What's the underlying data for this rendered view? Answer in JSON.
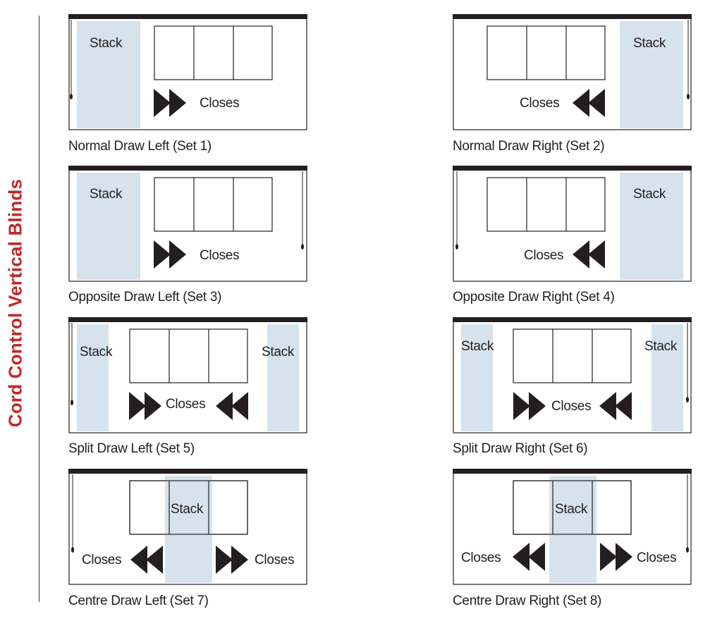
{
  "side_title": "Cord Control Vertical Blinds",
  "colors": {
    "title": "#c0272d",
    "stack_fill": "#d6e3ec",
    "line": "#231f20"
  },
  "diagrams": [
    {
      "caption": "Normal Draw Left (Set 1)",
      "stack_label": "Stack",
      "closes_label": "Closes"
    },
    {
      "caption": "Normal Draw Right (Set 2)",
      "stack_label": "Stack",
      "closes_label": "Closes"
    },
    {
      "caption": "Opposite Draw Left (Set 3)",
      "stack_label": "Stack",
      "closes_label": "Closes"
    },
    {
      "caption": "Opposite Draw Right (Set 4)",
      "stack_label": "Stack",
      "closes_label": "Closes"
    },
    {
      "caption": "Split Draw Left (Set 5)",
      "stack_label": "Stack",
      "closes_label": "Closes"
    },
    {
      "caption": "Split Draw Right (Set 6)",
      "stack_label": "Stack",
      "closes_label": "Closes"
    },
    {
      "caption": "Centre Draw Left (Set 7)",
      "stack_label": "Stack",
      "closes_label": "Closes"
    },
    {
      "caption": "Centre Draw Right (Set 8)",
      "stack_label": "Stack",
      "closes_label": "Closes"
    }
  ]
}
